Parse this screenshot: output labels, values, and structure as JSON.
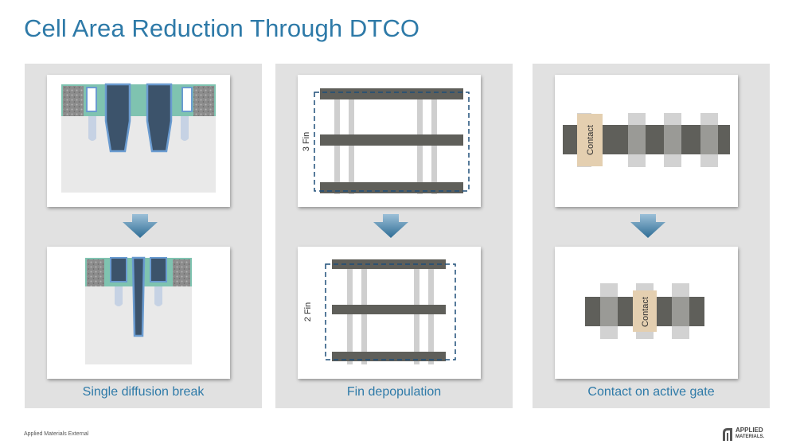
{
  "title": "Cell Area Reduction Through DTCO",
  "panels": [
    {
      "caption": "Single diffusion break"
    },
    {
      "caption": "Fin depopulation",
      "top_label": "3 Fin",
      "bottom_label": "2 Fin"
    },
    {
      "caption": "Contact on active gate",
      "contact_label": "Contact"
    }
  ],
  "footer": "Applied Materials External",
  "logo": {
    "line1": "APPLIED",
    "line2": "MATERIALS."
  },
  "colors": {
    "title": "#2e7aa8",
    "panel": "#e1e1e1",
    "fin": "#5f5f5a",
    "contact": "#e4cfb0",
    "dash": "#1f4e79"
  }
}
